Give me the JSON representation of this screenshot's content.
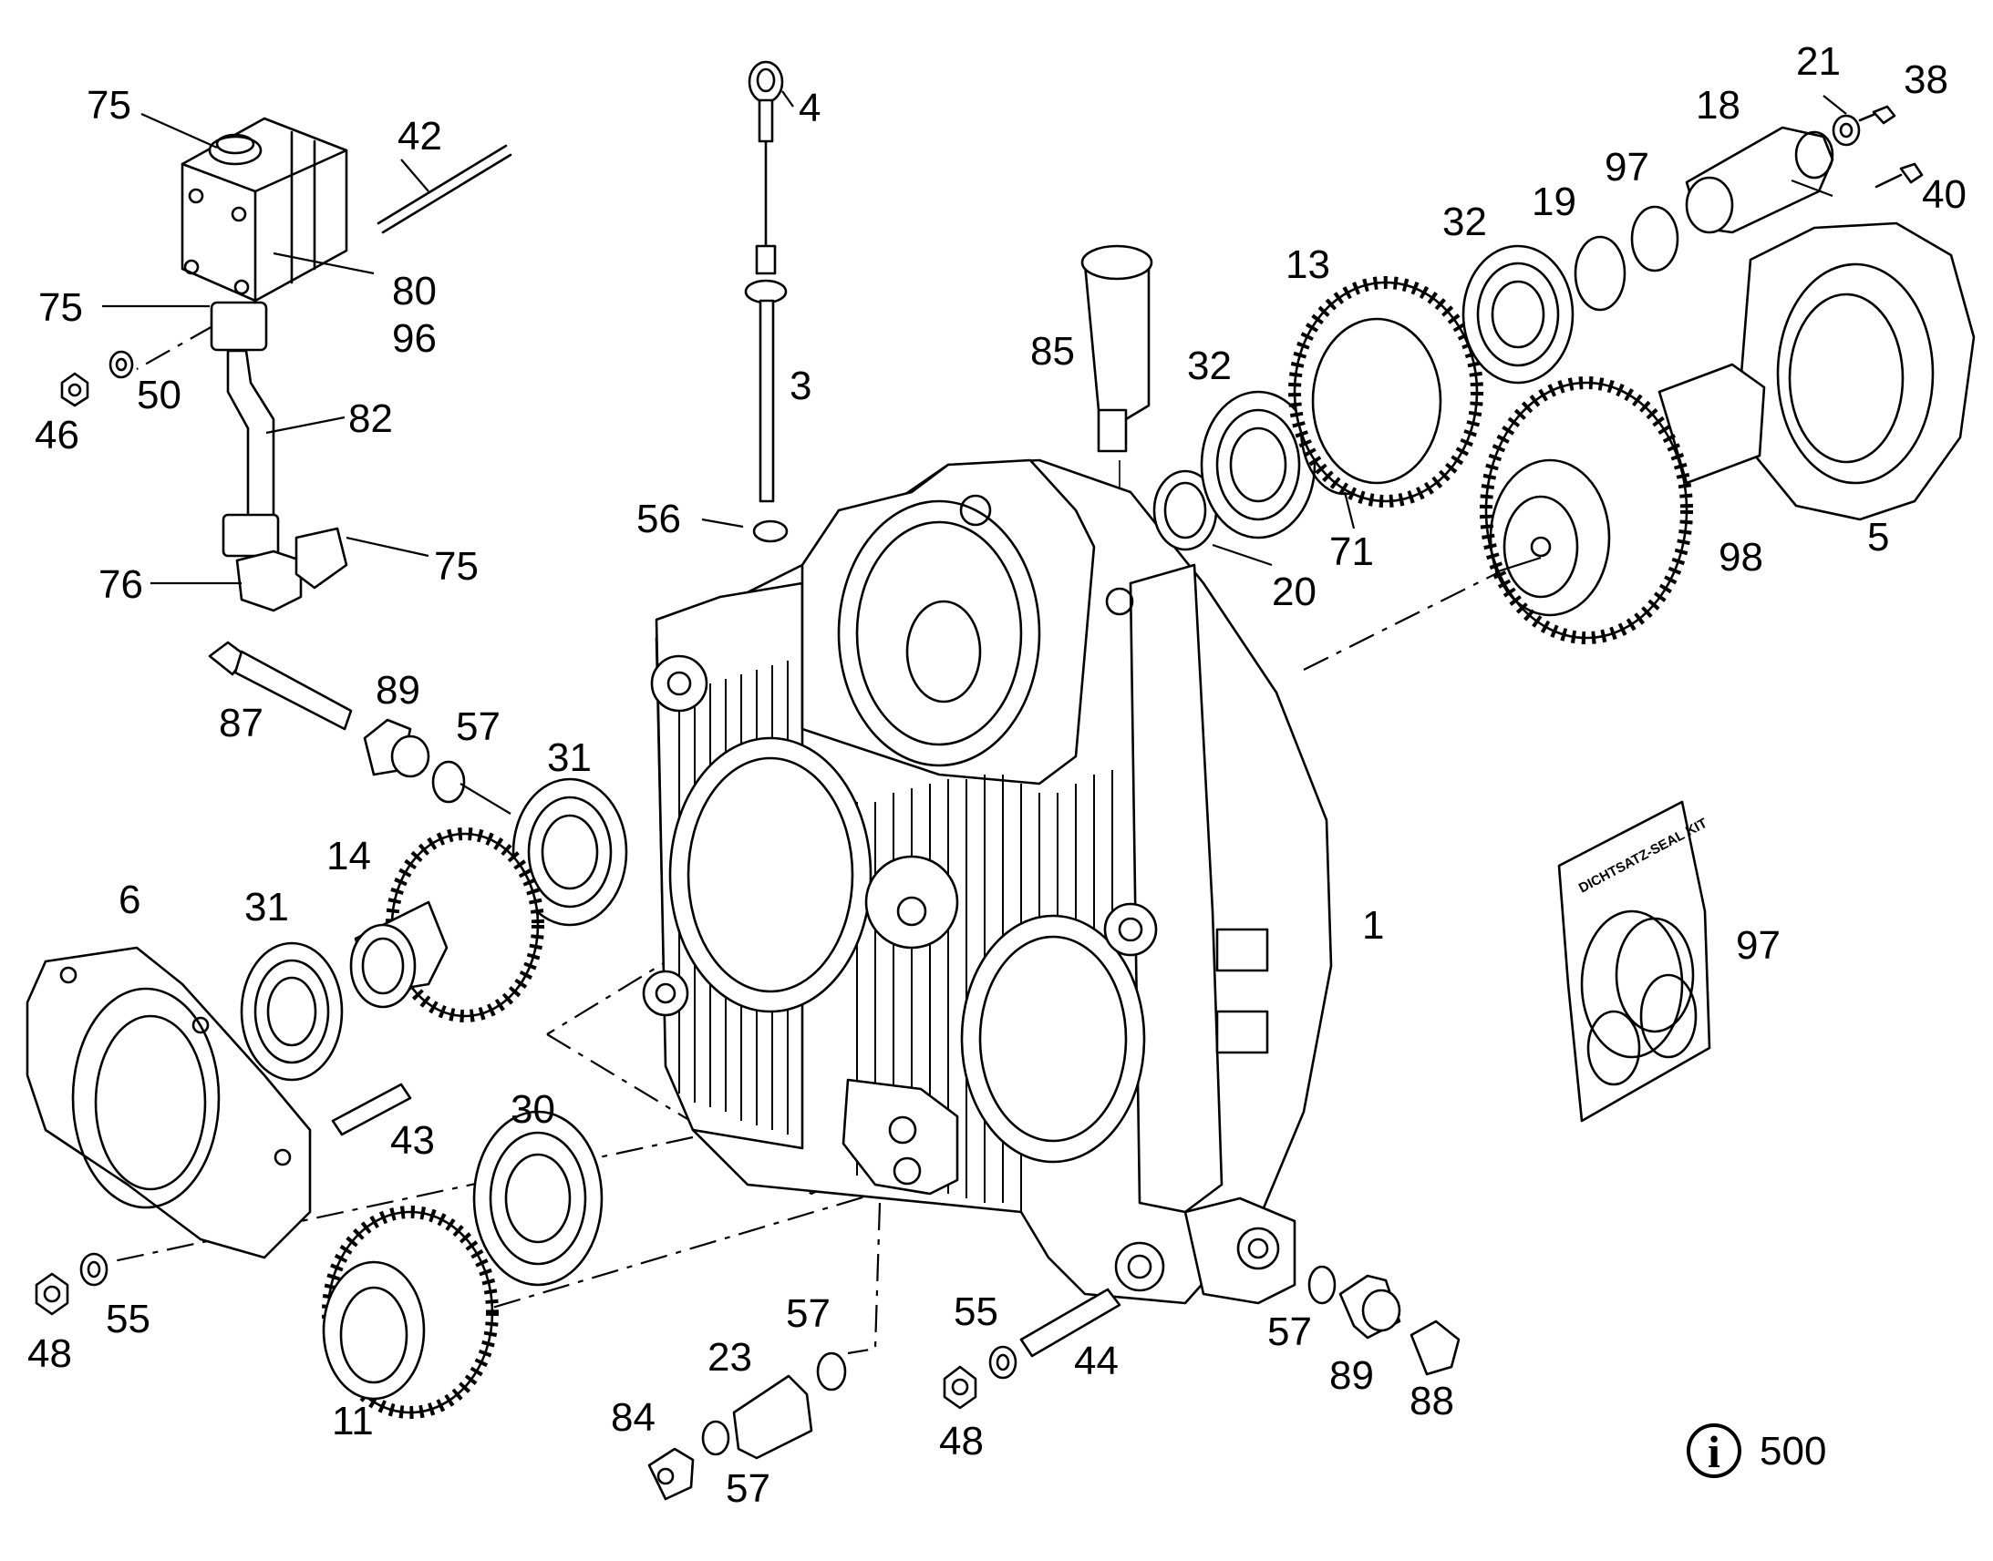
{
  "callouts": {
    "c75a": "75",
    "c42": "42",
    "c75b": "75",
    "c80": "80",
    "c96": "96",
    "c46": "46",
    "c50": "50",
    "c82": "82",
    "c76": "76",
    "c75c": "75",
    "c4": "4",
    "c3": "3",
    "c56": "56",
    "c85": "85",
    "c13": "13",
    "c32a": "32",
    "c32b": "32",
    "c19": "19",
    "c97a": "97",
    "c18": "18",
    "c21": "21",
    "c38": "38",
    "c40": "40",
    "c20": "20",
    "c71": "71",
    "c98": "98",
    "c5": "5",
    "c87": "87",
    "c89a": "89",
    "c57a": "57",
    "c31a": "31",
    "c14": "14",
    "c6": "6",
    "c31b": "31",
    "c1": "1",
    "c97b": "97",
    "c43": "43",
    "c30": "30",
    "c48a": "48",
    "c55a": "55",
    "c11": "11",
    "c57b": "57",
    "c23": "23",
    "c84": "84",
    "c57c": "57",
    "c55b": "55",
    "c44": "44",
    "c48b": "48",
    "c57d": "57",
    "c89b": "89",
    "c88": "88"
  },
  "seal_kit": {
    "label": "DICHTSATZ-SEAL KIT"
  },
  "info": {
    "symbol": "i",
    "ref": "500"
  },
  "icons": {
    "info": "info-circle-icon"
  }
}
